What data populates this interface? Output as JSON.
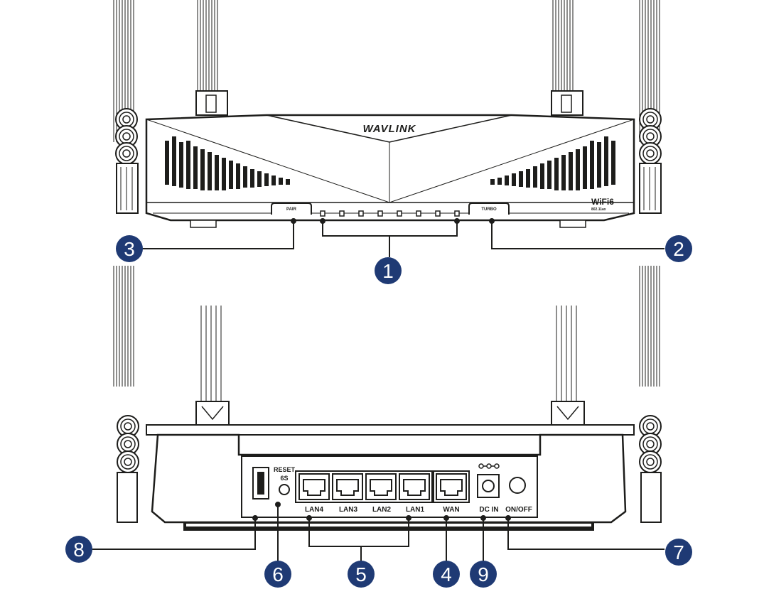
{
  "front": {
    "brand": "WAVLINK",
    "pair_label": "PAIR",
    "turbo_label": "TURBO",
    "wifi_badge": "WiFi6",
    "wifi_sub": "802.11ax"
  },
  "back": {
    "reset_label_line1": "RESET",
    "reset_label_line2": "6S",
    "port_labels": [
      "LAN4",
      "LAN3",
      "LAN2",
      "LAN1",
      "WAN"
    ],
    "dc_label": "DC IN",
    "power_label": "ON/OFF"
  },
  "callouts": {
    "c1": "1",
    "c2": "2",
    "c3": "3",
    "c4": "4",
    "c5": "5",
    "c6": "6",
    "c7": "7",
    "c8": "8",
    "c9": "9"
  },
  "colors": {
    "callout_fill": "#1f3a74",
    "line": "#1d1d1b",
    "device": "#ffffff",
    "vent": "#1d1d1b"
  }
}
